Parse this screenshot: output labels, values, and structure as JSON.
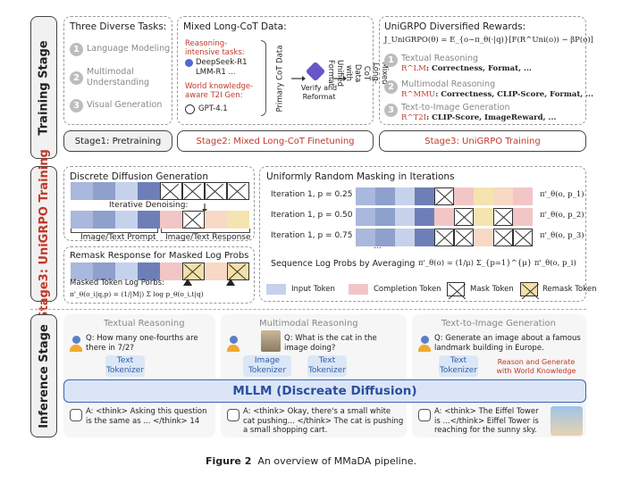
{
  "stages": {
    "training": "Training Stage",
    "unigrpo": "Stage3: UniGRPO Training",
    "inference": "Inference Stage"
  },
  "tasks": {
    "title": "Three Diverse Tasks:",
    "items": [
      "Language Modeling",
      "Multimodal Understanding",
      "Visual Generation"
    ],
    "nums": [
      "1",
      "2",
      "3"
    ]
  },
  "cot": {
    "title": "Mixed Long-CoT Data:",
    "reasoning_label": "Reasoning-intensive tasks:",
    "models1": "DeepSeek-R1",
    "models2": "LMM-R1 ...",
    "world_label": "World knowledge-aware T2I Gen:",
    "gpt": "GPT-4.1",
    "primary": "Primary CoT Data",
    "verify": "Verify and Reformat",
    "mixed": "Mixed Long-CoT Data with Unified Format"
  },
  "rewards": {
    "title": "UniGRPO Diversified Rewards:",
    "formula": "J_UniGRPO(θ) = E_{o∼π_θ(·|q)}[F(R^Uni(o)) − βP(o)]",
    "items": [
      {
        "name": "Textual Reasoning",
        "sym": "R^LM",
        "desc": ": Correctness, Format, ..."
      },
      {
        "name": "Multimodal Reasoning",
        "sym": "R^MMU",
        "desc": ": Correctness, CLIP-Score, Format, ..."
      },
      {
        "name": "Text-to-Image Generation",
        "sym": "R^T2I",
        "desc": ": CLIP-Score, ImageReward, ..."
      }
    ]
  },
  "pipeline": {
    "s1": "Stage1: Pretraining",
    "s2": "Stage2: Mixed Long-CoT Finetuning",
    "s3": "Stage3: UniGRPO Training"
  },
  "diffusion": {
    "title": "Discrete Diffusion Generation",
    "denoise": "Iterative Denoising:",
    "prompt": "Image/Text Prompt",
    "response": "Image/Text Response"
  },
  "remask": {
    "title": "Remask Response for Masked Log Probs",
    "label": "Masked Token Log Porbs:",
    "formula": "π'_θ(o_i|q,p) = (1/|M|) Σ log p_θ(o_i,t|q)"
  },
  "masking": {
    "title": "Uniformly Random Masking in Iterations",
    "iters": [
      "Iteration 1, p = 0.25",
      "Iteration 1, p = 0.50",
      "Iteration 1, p = 0.75",
      "..."
    ],
    "outs": [
      "π'_θ(o, p_1)",
      "π'_θ(o, p_2)",
      "π'_θ(o, p_3)"
    ],
    "seq": "Sequence Log Probs by Averaging",
    "seq_formula": "π'_θ(o) = (1/μ) Σ_{p=1}^{μ} π'_θ(o, p_i)"
  },
  "legend": [
    "Input Token",
    "Completion Token",
    "Mask Token",
    "Remask Token"
  ],
  "inference": {
    "cols": [
      "Textual Reasoning",
      "Multimodal Reasoning",
      "Text-to-Image Generation"
    ],
    "q1": "Q: How many one-fourths are there in 7/2?",
    "q2": "Q: What is the cat in the image doing?",
    "q3": "Q: Generate an image about a famous landmark building in Europe.",
    "text_tok": "Text Tokenizer",
    "img_tok": "Image Tokenizer",
    "reason_gen": "Reason and Generate with World Knowledge",
    "mllm": "MLLM (Discreate Diffusion)",
    "a1": "A: <think> Asking this question is the same as ... </think> 14",
    "a2": "A: <think> Okay, there's a small white cat pushing... </think> The cat is pushing a small shopping cart.",
    "a3": "A: <think> The Eiffel Tower is ...</think> Eiffel Tower is reaching for the sunny sky."
  },
  "caption": {
    "label": "Figure 2",
    "text": "An overview of MMaDA pipeline."
  },
  "colors": {
    "accent_red": "#c0392b",
    "token_blue": "#8ea0cc",
    "token_pink": "#f2c6c6",
    "mllm_bg": "#dbe5f5"
  }
}
